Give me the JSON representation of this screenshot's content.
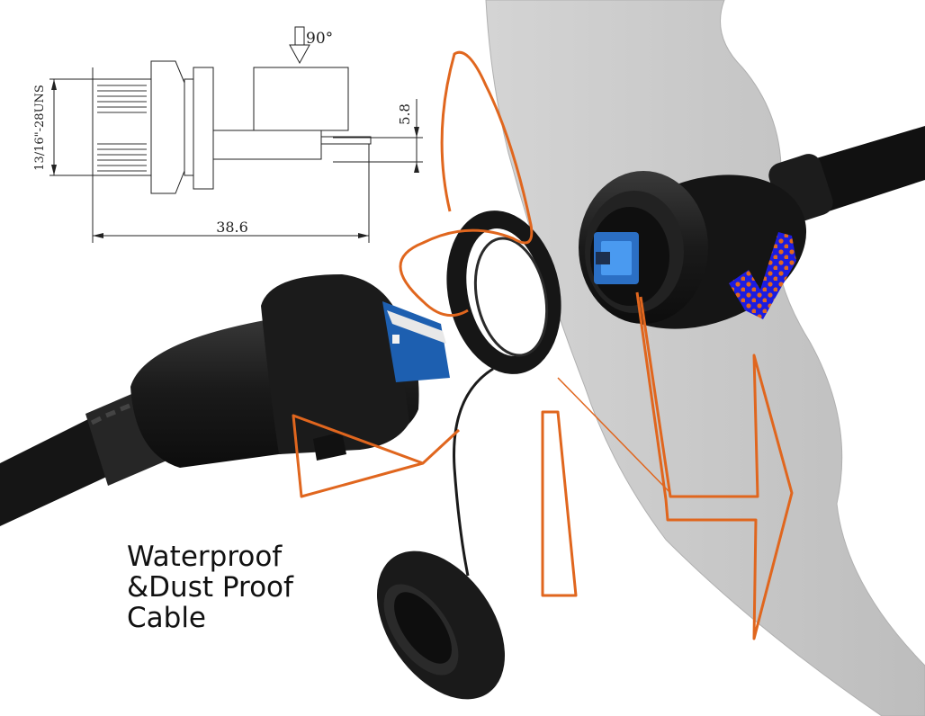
{
  "caption": {
    "line1": "Waterproof",
    "line2": "&Dust Proof",
    "line3": "Cable"
  },
  "drawing": {
    "angle": "90°",
    "thread_spec": "13/16\"-28UNS",
    "height_dim": "5.8",
    "length_dim": "38.6"
  },
  "colors": {
    "annotation": "#e0661e",
    "plastic": "#1e1e1e",
    "panel": "#c9c9c9",
    "usb_blue": "#2f7fd6"
  },
  "icons": [
    "checkmark-icon",
    "arrow-right-icon",
    "arrow-down-icon"
  ]
}
